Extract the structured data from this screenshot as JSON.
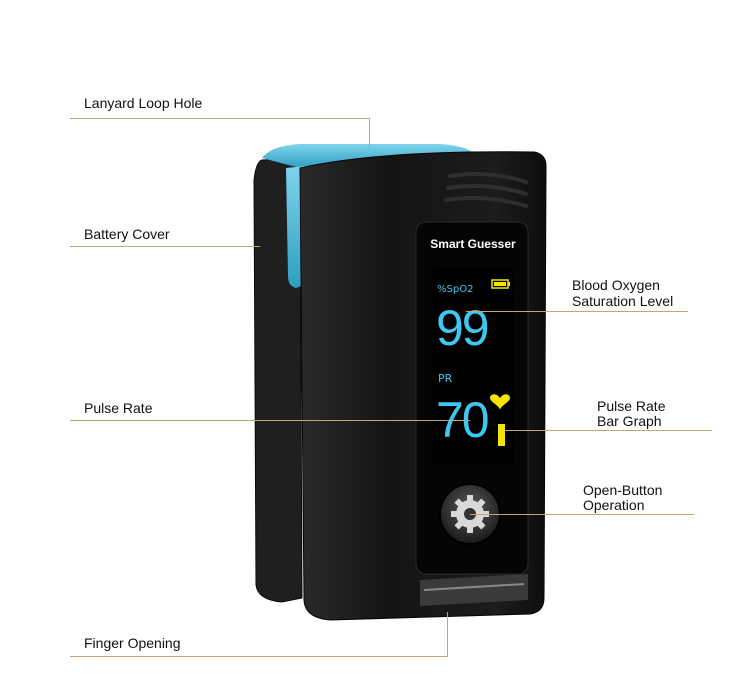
{
  "callouts": {
    "lanyard": "Lanyard Loop Hole",
    "battery": "Battery Cover",
    "pulse_rate": "Pulse Rate",
    "finger": "Finger Opening",
    "spo2_line1": "Blood Oxygen",
    "spo2_line2": "Saturation Level",
    "bar_line1": "Pulse Rate",
    "bar_line2": "Bar Graph",
    "button_line1": "Open-Button",
    "button_line2": "Operation"
  },
  "device": {
    "brand": "Smart Guesser",
    "spo2_label": "%SpO2",
    "spo2_value": "99",
    "pr_label": "PR",
    "pr_value": "70"
  },
  "colors": {
    "reading": "#3ec8f0",
    "accent_cap": "#4fb8d8",
    "indicator": "#f3e500",
    "leader": "#c8a472",
    "body": "#161616"
  },
  "icons": {
    "battery": "battery-icon",
    "heart": "heart-icon",
    "gear": "gear-icon"
  }
}
